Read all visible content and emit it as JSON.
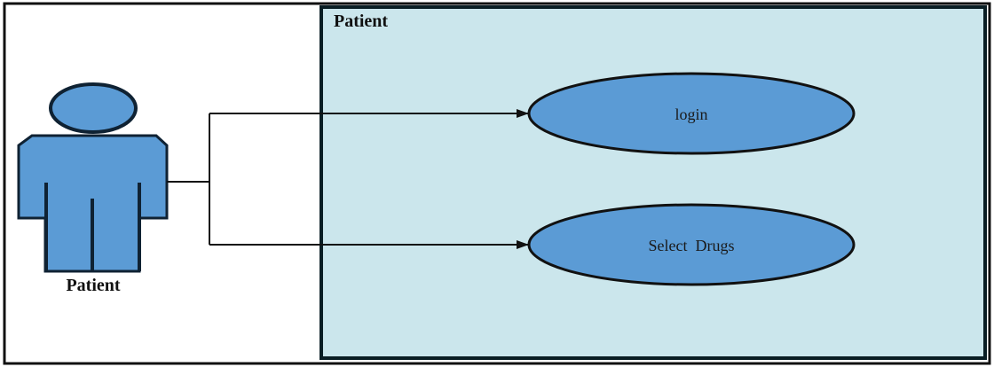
{
  "system_boundary": {
    "title": "Patient"
  },
  "actor": {
    "name": "Patient",
    "icon": "person-icon"
  },
  "use_cases": [
    {
      "label": "login"
    },
    {
      "label": "Select  Drugs"
    }
  ],
  "colors": {
    "outer_border": "#111111",
    "boundary_fill": "#cbe6ec",
    "boundary_stroke": "#0a1e24",
    "actor_fill": "#5b9bd5",
    "actor_stroke": "#0f2233",
    "usecase_fill": "#5b9bd5",
    "usecase_stroke": "#111111",
    "connector": "#111111"
  }
}
